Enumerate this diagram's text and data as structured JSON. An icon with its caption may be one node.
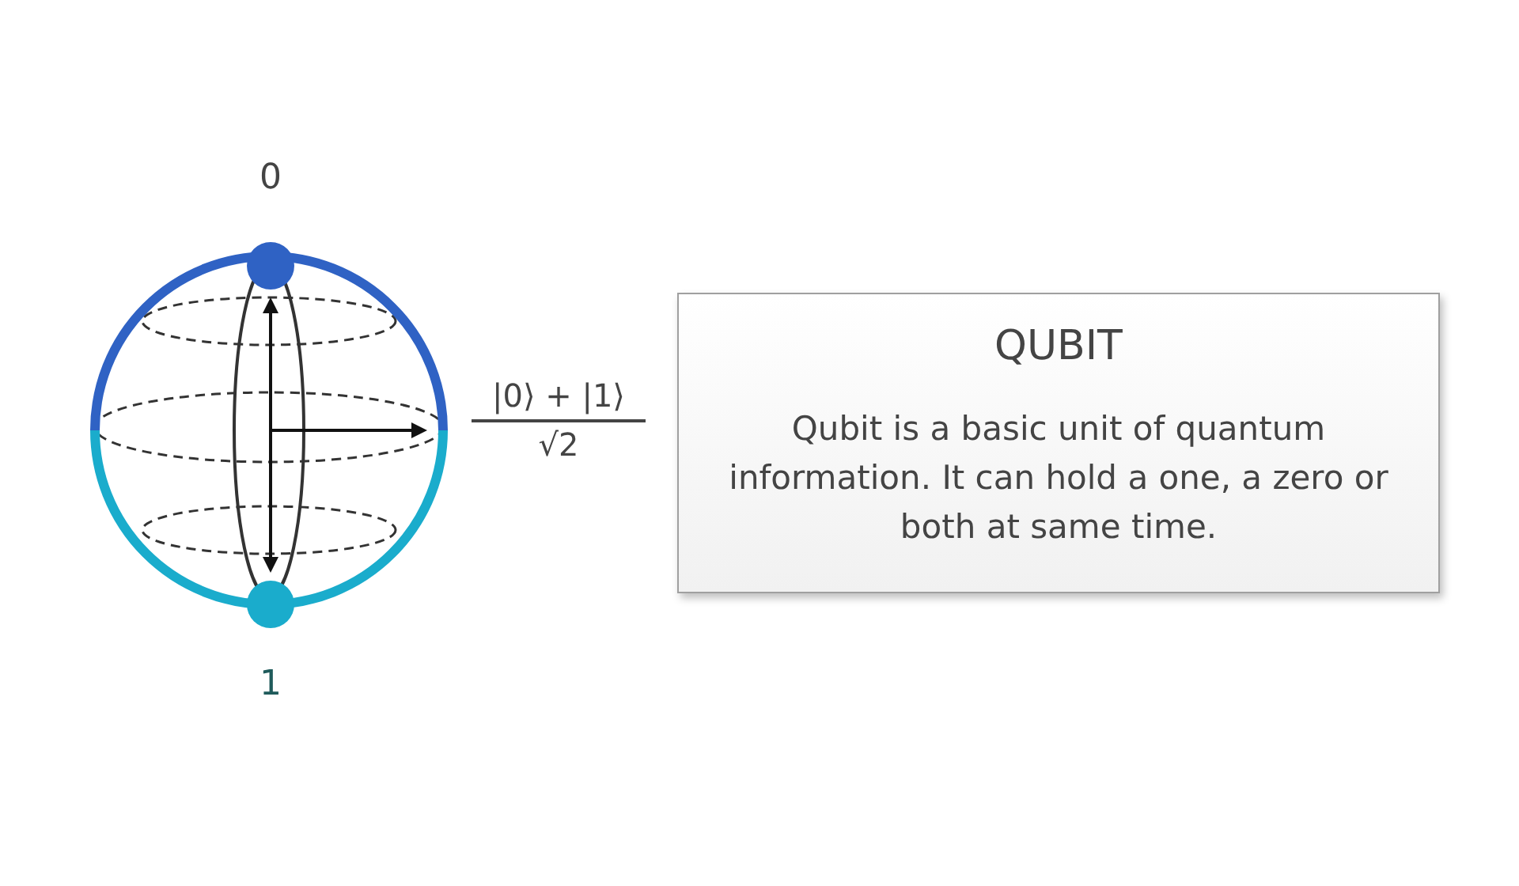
{
  "diagram": {
    "nodes": [
      {
        "text": [
          "QUBIT",
          "Qubit is a basic unit of quantum information. It can hold a one, a zero or both at same time."
        ]
      }
    ],
    "labels": [
      "0",
      "|0⟩ + |1⟩",
      "√2",
      "1"
    ]
  }
}
